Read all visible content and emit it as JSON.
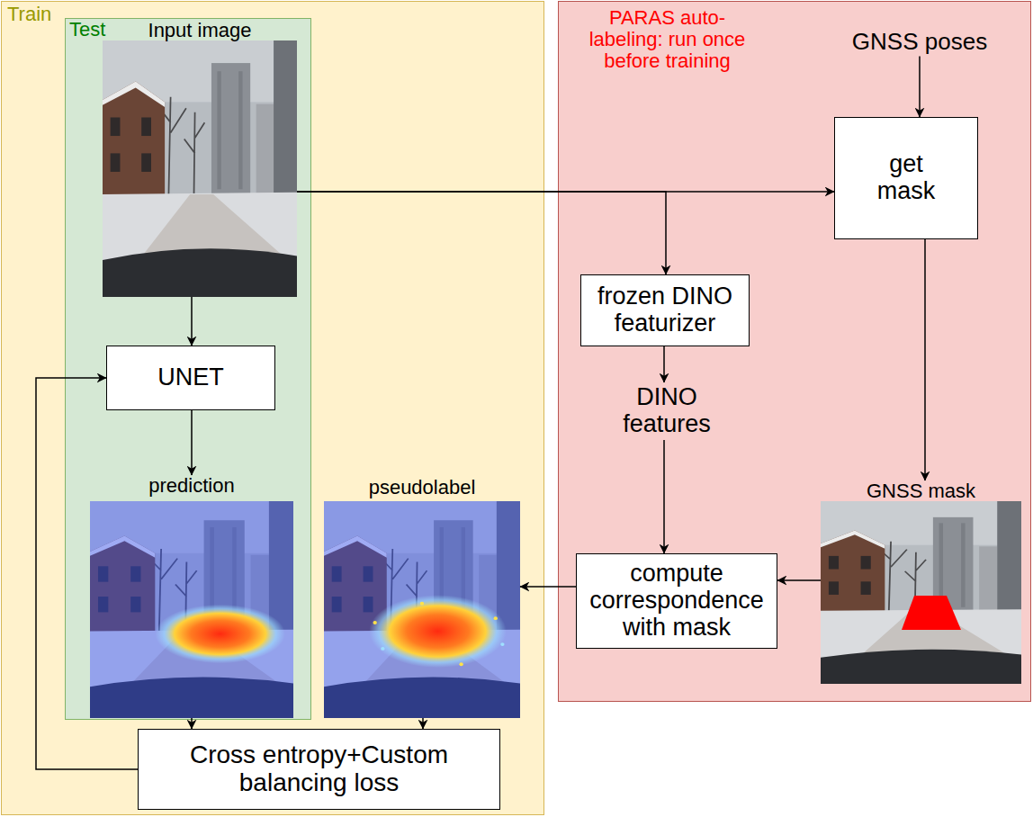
{
  "diagram": {
    "nodes": [
      {
        "text": [
          "Train"
        ]
      },
      {
        "text": [
          "Test"
        ],
        "in": 0
      },
      {
        "text": [
          "Input image"
        ],
        "in": 1
      },
      {
        "text": [
          "UNET"
        ],
        "in": 1
      },
      {
        "text": [
          "prediction"
        ],
        "in": 1
      },
      {
        "text": [
          "pseudolabel"
        ],
        "in": 0
      },
      {
        "text": [
          "Cross entropy+Custom balancing loss"
        ],
        "in": 0
      },
      {
        "text": [
          "PARAS auto-labeling: run once before training"
        ]
      },
      {
        "text": [
          "GNSS poses"
        ],
        "in": 7
      },
      {
        "text": [
          "get mask"
        ],
        "in": 7
      },
      {
        "text": [
          "frozen DINO featurizer"
        ],
        "in": 7
      },
      {
        "text": [
          "DINO features"
        ],
        "in": 7
      },
      {
        "text": [
          "GNSS mask"
        ],
        "in": 7
      },
      {
        "text": [
          "compute correspondence with mask"
        ],
        "in": 7
      }
    ],
    "edges": [
      {
        "from": 2,
        "to": 3,
        "arrow": "to"
      },
      {
        "from": 3,
        "to": 4,
        "arrow": "to"
      },
      {
        "from": 2,
        "to": 9,
        "arrow": "to"
      },
      {
        "from": 2,
        "to": 10,
        "arrow": "to"
      },
      {
        "from": 8,
        "to": 9,
        "arrow": "to"
      },
      {
        "from": 10,
        "to": 11,
        "arrow": "to"
      },
      {
        "from": 9,
        "to": 12,
        "arrow": "to"
      },
      {
        "from": 11,
        "to": 13,
        "arrow": "to"
      },
      {
        "from": 12,
        "to": 13,
        "arrow": "to"
      },
      {
        "from": 13,
        "to": 5,
        "arrow": "to"
      },
      {
        "from": 4,
        "to": 6,
        "arrow": "to"
      },
      {
        "from": 5,
        "to": 6,
        "arrow": "to"
      },
      {
        "from": 6,
        "to": 3,
        "arrow": "to"
      }
    ]
  }
}
